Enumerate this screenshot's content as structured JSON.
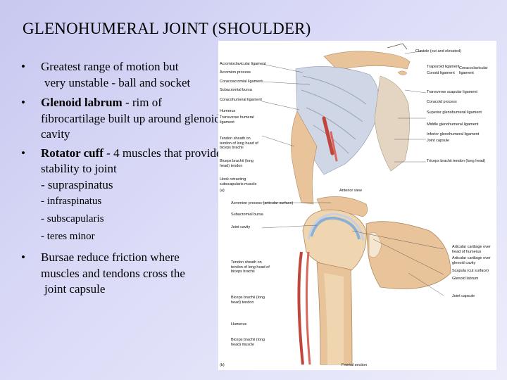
{
  "slide": {
    "title": "GLENOHUMERAL JOINT (SHOULDER)",
    "bullet_glyph": "•",
    "bullets": {
      "b1": {
        "line1": "Greatest range of motion but",
        "line2": "very unstable - ball and socket"
      },
      "b2": {
        "bold": "Glenoid labrum",
        "rest": " - rim of fibrocartilage built up around glenoid cavity"
      },
      "b3": {
        "bold": "Rotator cuff",
        "rest": " - 4 muscles that provide stability to joint"
      },
      "sub": [
        "- supraspinatus",
        "- infraspinatus",
        "- subscapularis",
        "- teres minor"
      ],
      "b4": {
        "line1": "Bursae reduce friction where",
        "line2": "muscles and tendons cross the",
        "line3": "joint capsule"
      }
    }
  },
  "figure": {
    "top_view": {
      "left_labels": [
        "Acromioclavicular ligament",
        "Acromion process",
        "Coracoacromial ligament",
        "Subacromial bursa",
        "Coracohumeral ligament",
        "Humerus",
        "Transverse humeral ligament",
        "Tendon sheath on tendon of long head of biceps brachii",
        "Biceps brachii (long head) tendon",
        "Hook retracting subscapularis muscle"
      ],
      "right_labels": [
        "Clavicle (cut and elevated)",
        "Trapezoid ligament",
        "Conoid ligament",
        "Coracoclavicular ligament",
        "Transverse scapular ligament",
        "Coracoid process",
        "Superior glenohumeral ligament",
        "Middle glenohumeral ligament",
        "Inferior glenohumeral ligament",
        "Joint capsule",
        "Triceps brachii tendon (long head)"
      ],
      "corner": "(a)",
      "view": "Anterior view"
    },
    "bottom_view": {
      "left_labels": [
        "Acromion process (articular surface)",
        "Subacromial bursa",
        "Joint cavity",
        "Tendon sheath on tendon of long head of biceps brachii",
        "Biceps brachii (long head) tendon",
        "Humerus",
        "Biceps brachii (long head) muscle"
      ],
      "right_labels": [
        "Articular cartilage over head of humerus",
        "Articular cartilage over glenoid cavity",
        "Scapula (cut surface)",
        "Glenoid labrum",
        "Joint capsule"
      ],
      "corner": "(b)",
      "view": "Frontal section"
    }
  },
  "colors": {
    "background": "#d4d4f4",
    "bone": "#e9c39a",
    "marrow": "#f0d6b0",
    "ligament": "#c8d0e0",
    "muscle": "#c0463c"
  }
}
